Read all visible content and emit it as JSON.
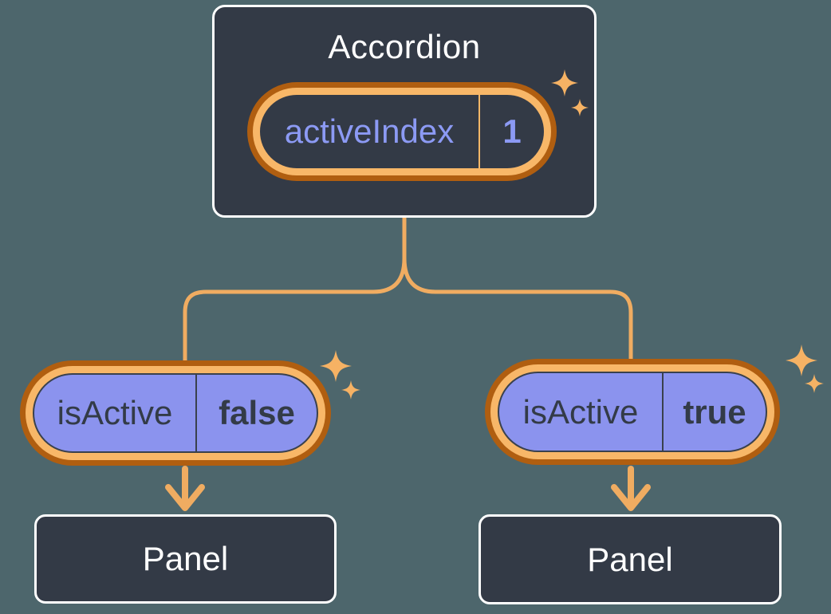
{
  "tree": {
    "root": {
      "title": "Accordion",
      "state": {
        "name": "activeIndex",
        "value": "1"
      }
    },
    "children": [
      {
        "prop": {
          "name": "isActive",
          "value": "false"
        },
        "panel": {
          "label": "Panel"
        }
      },
      {
        "prop": {
          "name": "isActive",
          "value": "true"
        },
        "panel": {
          "label": "Panel"
        }
      }
    ]
  },
  "icons": {
    "sparkles": "sparkles-icon",
    "arrow": "arrow-down-icon"
  },
  "colors": {
    "background": "#4D666C",
    "card_background": "#333A46",
    "card_border": "#FFFFFF",
    "connector_orange": "#F0AC61",
    "ring_outer_orange": "#B05E10",
    "ring_inner_orange": "#F8B768",
    "pill_purple": "#8B93EE",
    "pill_dark_border": "#3A414D",
    "text_white": "#FFFFFF",
    "text_periwinkle": "#8C9AF4",
    "text_dark": "#333B47",
    "sparkle_orange": "#F6B264"
  }
}
